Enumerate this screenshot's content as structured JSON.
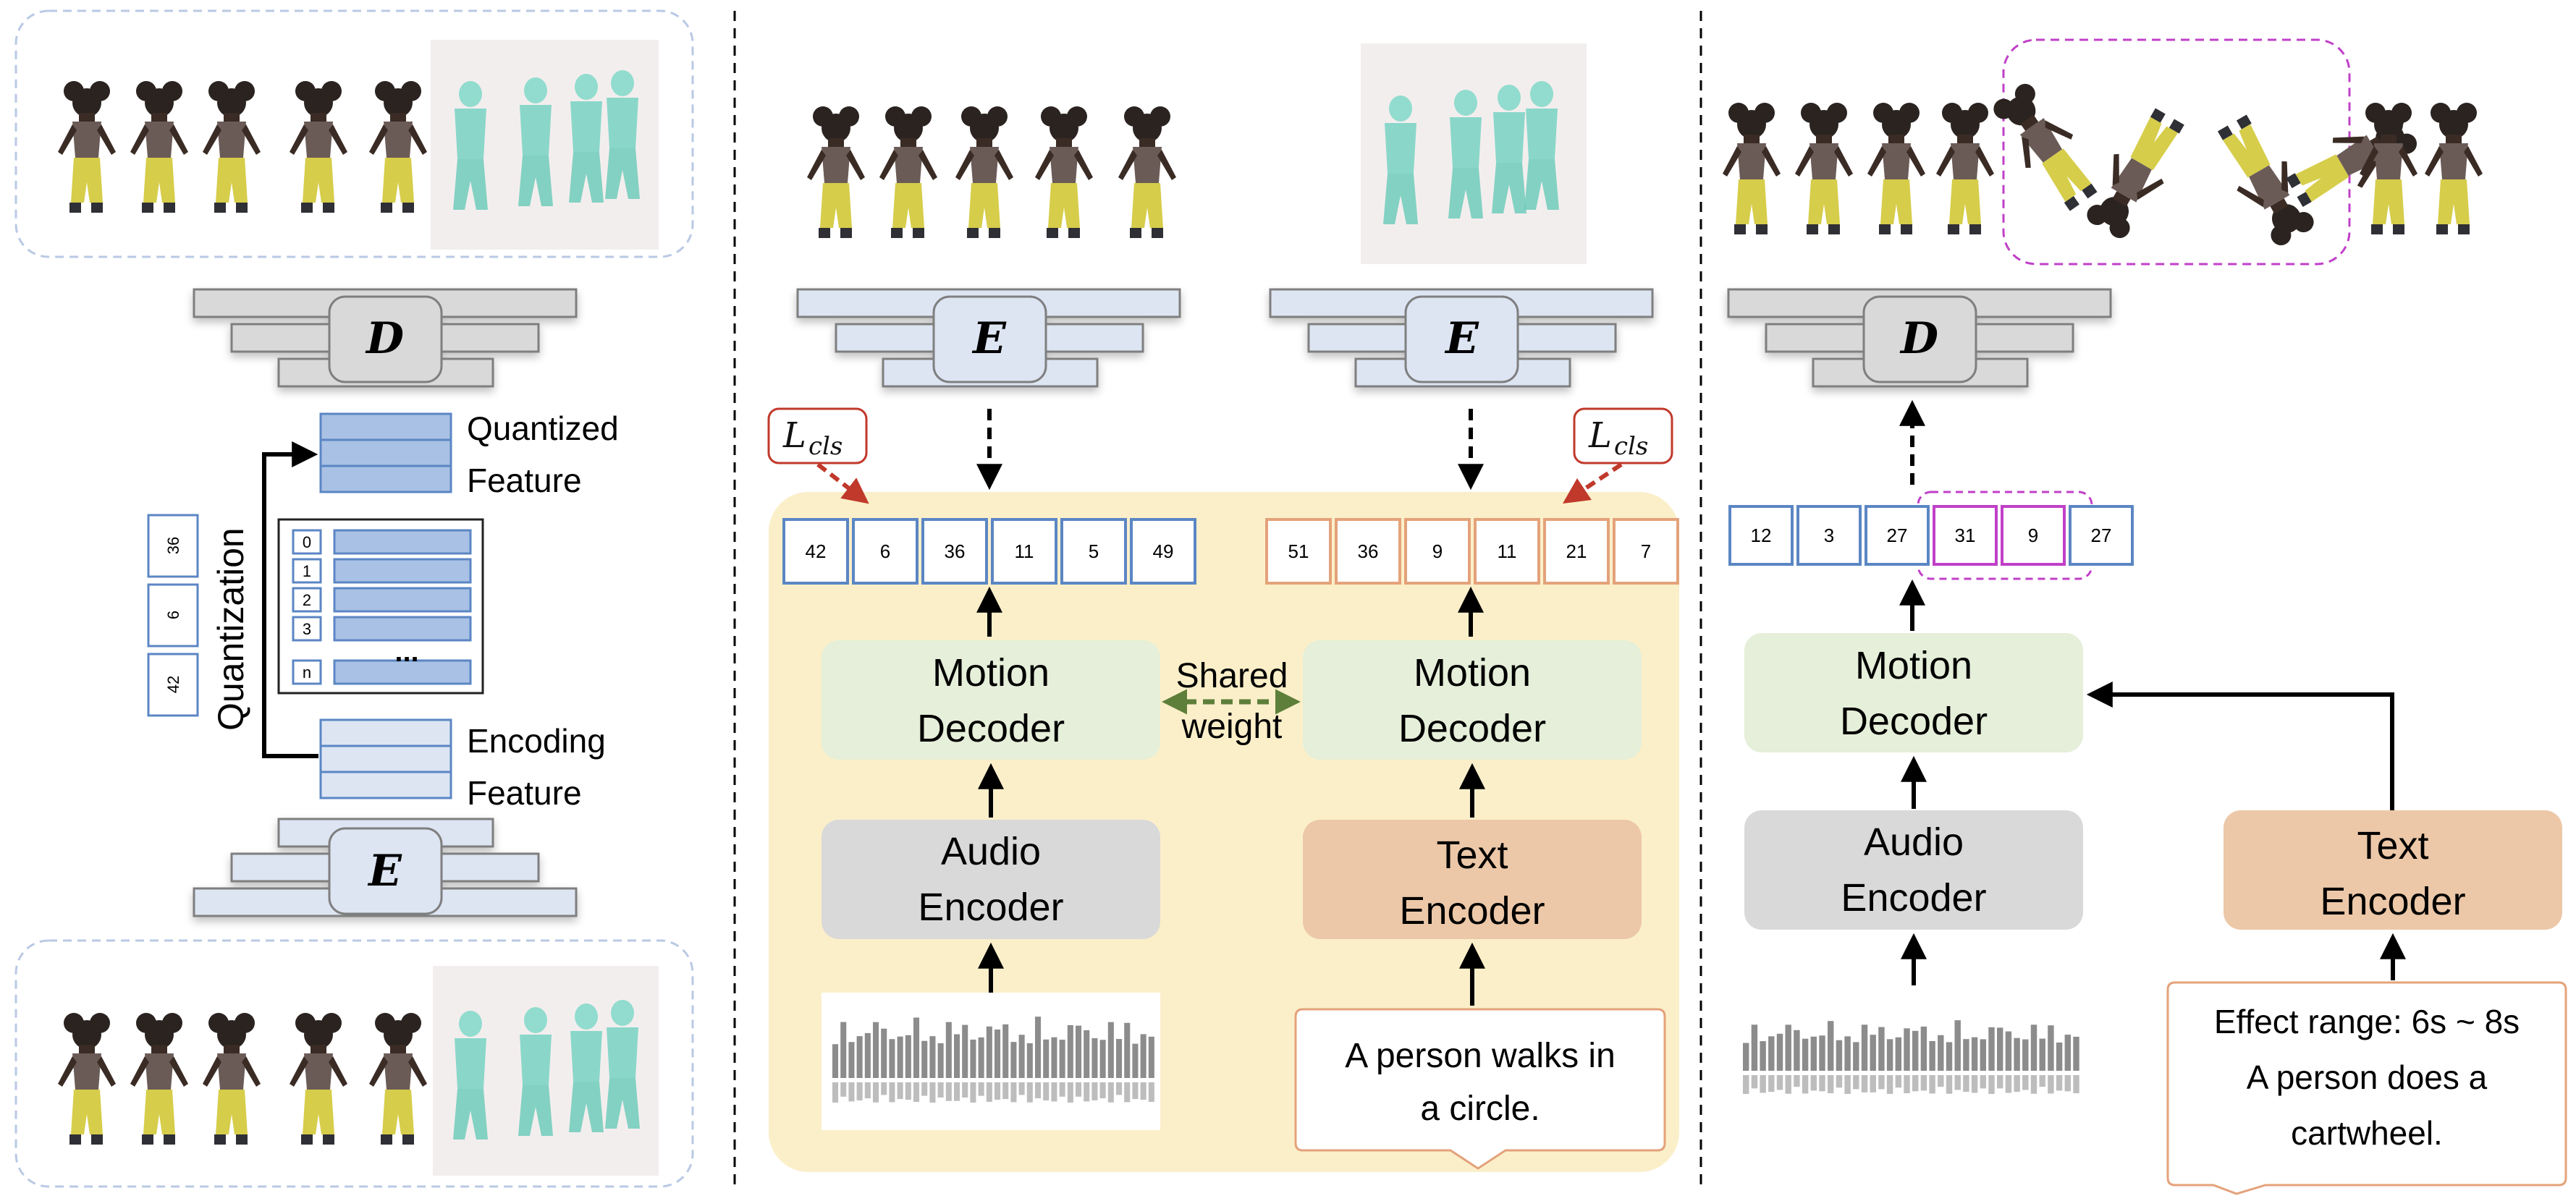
{
  "left_panel": {
    "quantized_label": [
      "Quantized",
      "Feature"
    ],
    "encoding_label": [
      "Encoding",
      "Feature"
    ],
    "quantization_label": "Quantization",
    "codebook_indices": [
      "0",
      "1",
      "2",
      "3",
      "n"
    ],
    "codebook_ellipsis": "...",
    "token_stack": [
      "36",
      "6",
      "42"
    ],
    "decoder_symbol": "D",
    "encoder_symbol": "E"
  },
  "middle_panel": {
    "encoder_symbol": "E",
    "loss_label_main": "L",
    "loss_label_sub": "cls",
    "audio_tokens": [
      "42",
      "6",
      "36",
      "11",
      "5",
      "49"
    ],
    "text_tokens": [
      "51",
      "36",
      "9",
      "11",
      "21",
      "7"
    ],
    "motion_decoder_label": [
      "Motion",
      "Decoder"
    ],
    "audio_encoder_label": [
      "Audio",
      "Encoder"
    ],
    "text_encoder_label": [
      "Text",
      "Encoder"
    ],
    "shared_weight_label": [
      "Shared",
      "weight"
    ],
    "text_prompt": [
      "A person walks in",
      "a circle."
    ]
  },
  "right_panel": {
    "decoder_symbol": "D",
    "tokens": [
      "12",
      "3",
      "27",
      "31",
      "9",
      "27"
    ],
    "motion_decoder_label": [
      "Motion",
      "Decoder"
    ],
    "audio_encoder_label": [
      "Audio",
      "Encoder"
    ],
    "text_encoder_label": [
      "Text",
      "Encoder"
    ],
    "text_prompt": [
      "Effect range: 6s ~ 8s",
      "A person does a",
      "cartwheel."
    ]
  },
  "colors": {
    "token_border_blue": "#5b86c4",
    "token_border_orange": "#e4a27a",
    "token_border_magenta": "#c040c8",
    "feature_blue": "#a9c1e4",
    "motion_decoder_fill": "#e5efd9",
    "audio_encoder_fill": "#d9d9d9",
    "text_encoder_fill": "#ecc8a8",
    "training_region_fill": "#fbefc9",
    "loss_red": "#c0392b",
    "shared_arrow_green": "#5e7f3a"
  }
}
